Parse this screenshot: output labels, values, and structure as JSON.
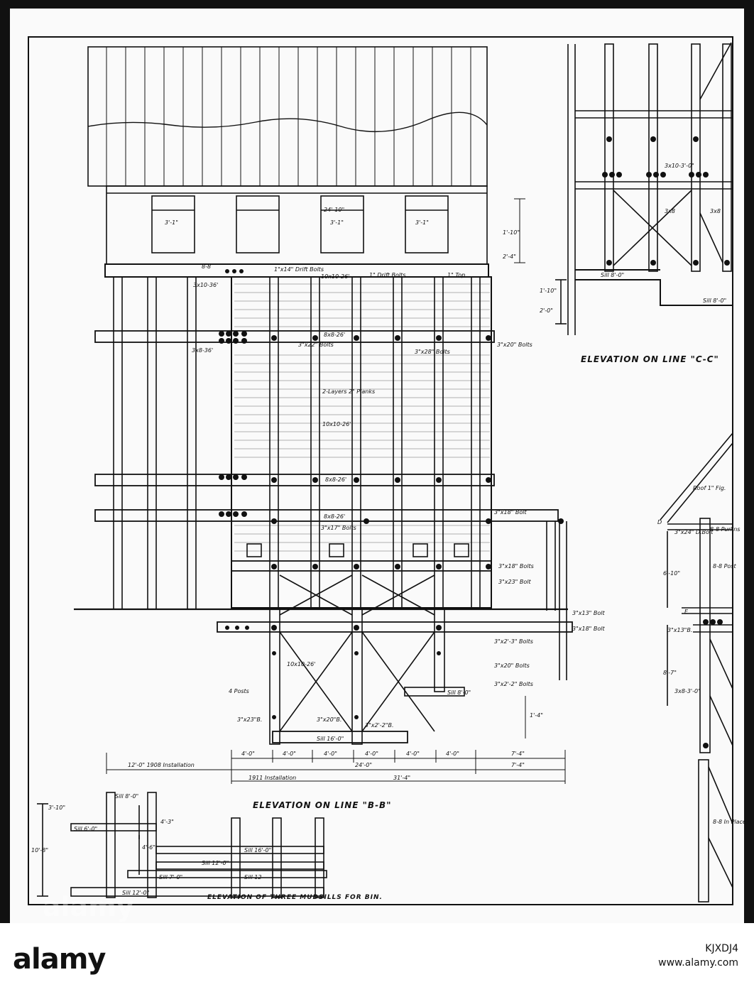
{
  "drawing": {
    "titles": {
      "elevation_cc": "ELEVATION ON LINE \"C-C\"",
      "elevation_bb": "ELEVATION ON LINE \"B-B\"",
      "sills_elevation": "ELEVATION OF THREE MUDSILLS FOR BIN."
    },
    "top_labels": [
      "8-8",
      "1\"x14\" Drift Bolts",
      "10x10-26'",
      "1\" Drift Bolts",
      "1\" Top",
      "3'-1\"",
      "24'-10\"",
      "3'-1\"",
      "3'-1\"",
      "1'-10\"",
      "2'-4\""
    ],
    "bin_labels": [
      "8x8-26'",
      "8x8-26'",
      "8x8-26'",
      "3\"x28\" Bolts",
      "3\"x20\" Bolts",
      "3\"x22\" Bolts",
      "2-Layers 2\" Planks",
      "10x10-26'",
      "3\"x18\" Bolt",
      "3\"x17\" Bolts",
      "3x8-36'",
      "3x10-36'"
    ],
    "lower_labels": [
      "3\"x18\" Bolts",
      "3\"x23\" Bolt",
      "3\"x13\" Bolt",
      "3\"x18\" Bolt",
      "3\"x2'-3\" Bolts",
      "3\"x20\" Bolts",
      "3\"x2'-2\" Bolts",
      "Sill 8'-0\"",
      "Sill 16'-0\"",
      "3\"x23\"B.",
      "3\"x20\"B.",
      "3\"x2'-2\"B.",
      "4 Posts",
      "10x10-26'",
      "1'-4\""
    ],
    "dimensions": [
      "4'-0\"",
      "4'-0\"",
      "4'-0\"",
      "4'-0\"",
      "4'-0\"",
      "4'-0\"",
      "7'-4\""
    ],
    "overall_dims": [
      "12'-0\" 1908 Installation",
      "24'-0\"",
      "7'-4\"",
      "1911 Installation",
      "31'-4\""
    ],
    "cc_labels": [
      "Sill 8'-0\"",
      "Sill 8'-0\"",
      "3x10-3'-0\"",
      "3x8",
      "3x8",
      "1'-10\"",
      "2'-0\""
    ],
    "right_labels": [
      "Roof 1\" Fig.",
      "8-8 Purlins",
      "8-8 Post",
      "3\"x24\" D.Bolt",
      "6'-10\"",
      "3\"x13\"B.",
      "8'-7\"",
      "3x8-3'-0\"",
      "8-8 In Place",
      "D",
      "E"
    ],
    "sill_labels": [
      "Sill 8'-0\"",
      "Sill 6'-0\"",
      "Sill 16'-0\"",
      "Sill 12'-0\"",
      "Sill 7'-0\"",
      "Sill 12-",
      "Sill 12'-0\"",
      "10'-8\"",
      "3'-10\"",
      "4'-3\"",
      "4'-6\""
    ]
  },
  "watermark": "alamy",
  "footer": {
    "logo": "alamy",
    "image_id": "KJXDJ4",
    "url": "www.alamy.com"
  }
}
